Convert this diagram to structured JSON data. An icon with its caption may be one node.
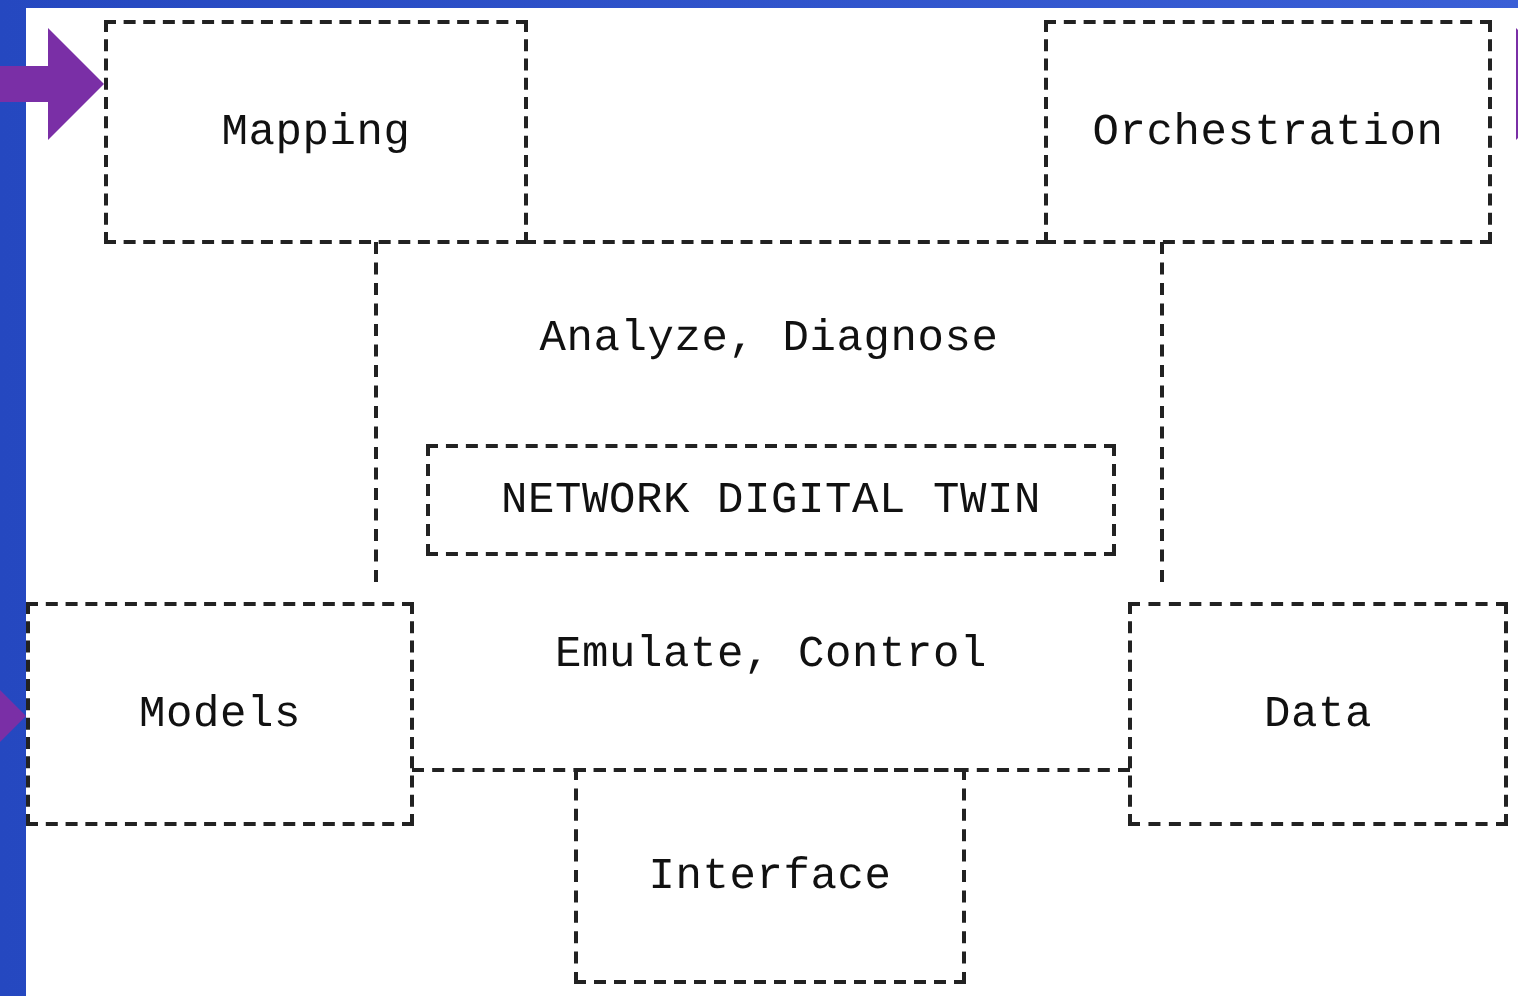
{
  "diagram": {
    "nodes": [
      {
        "text": [
          "Mapping"
        ]
      },
      {
        "text": [
          "Orchestration"
        ]
      },
      {
        "text": [
          "Analyze, Diagnose"
        ]
      },
      {
        "text": [
          "NETWORK DIGITAL TWIN"
        ],
        "in": 2
      },
      {
        "text": [
          "Models"
        ]
      },
      {
        "text": [
          "Emulate, Control"
        ]
      },
      {
        "text": [
          "Data"
        ]
      },
      {
        "text": [
          "Interface"
        ]
      }
    ],
    "edges": [
      {
        "from": null,
        "to": 0,
        "arrow": "to"
      },
      {
        "from": null,
        "to": 1,
        "arrow": "to"
      },
      {
        "from": null,
        "to": 4,
        "arrow": "to"
      }
    ]
  }
}
